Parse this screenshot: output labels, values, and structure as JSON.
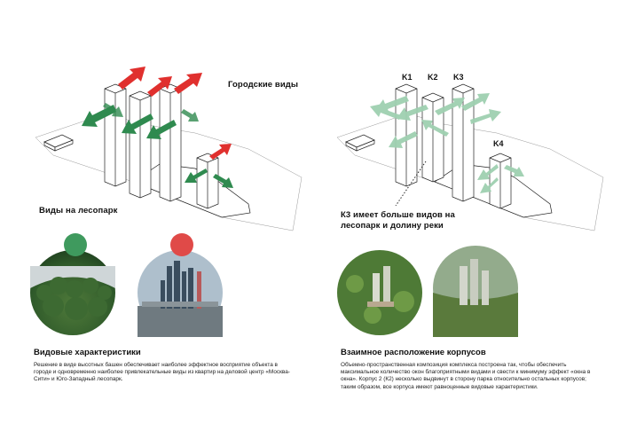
{
  "left_panel": {
    "label_city_views": "Городские виды",
    "label_forest_views": "Виды на лесопарк",
    "dot_forest_color": "#3f9a5e",
    "dot_city_color": "#e04a48",
    "photo_forest": "forest-photo",
    "photo_city": "moscow-city-photo",
    "heading": "Видовые характеристики",
    "paragraph": "Решение в виде высотных башен обеспечивает наиболее эффектное восприятие объекта в городе и одновременно наиболее привлекательные виды из квартир на деловой центр «Москва-Сити» и Юго-Западный лесопарк."
  },
  "right_panel": {
    "tower_labels": [
      "K1",
      "K2",
      "K3",
      "K4"
    ],
    "callout": "К3 имеет больше видов на лесопарк и долину реки",
    "photo_aerial_1": "aerial-render-1",
    "photo_aerial_2": "aerial-render-2",
    "heading": "Взаимное расположение корпусов",
    "paragraph": "Объемно-пространственная композиция комплекса построена так, чтобы обеспечить максимальное количество окон благоприятными видами и свести к минимуму эффект «окна в окна». Корпус 2 (К2) несколько выдвинут в сторону парка относительно остальных корпусов; таким образом, все корпуса имеют равноценные видовые характеристики."
  },
  "colors": {
    "red_arrow": "#e0302e",
    "green_arrow": "#2f8a4f",
    "pale_green_arrow": "#9fd0b0"
  }
}
